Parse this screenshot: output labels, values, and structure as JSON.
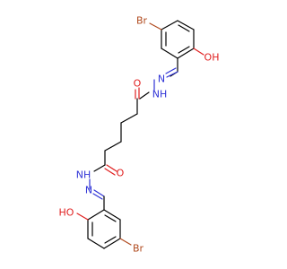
{
  "molecule": {
    "colors": {
      "carbon_bond": "#000000",
      "nitrogen": "#2f33d6",
      "oxygen": "#e01f1f",
      "bromine": "#b04a1e"
    },
    "atom_labels": {
      "br_top": "Br",
      "oh_top": "OH",
      "n_top_imine": "N",
      "nh_top": "NH",
      "o_top_carbonyl": "O",
      "o_bottom_carbonyl": "O",
      "nh_bottom": "NH",
      "n_bottom_imine": "N",
      "oh_bottom": "HO",
      "br_bottom": "Br"
    }
  }
}
